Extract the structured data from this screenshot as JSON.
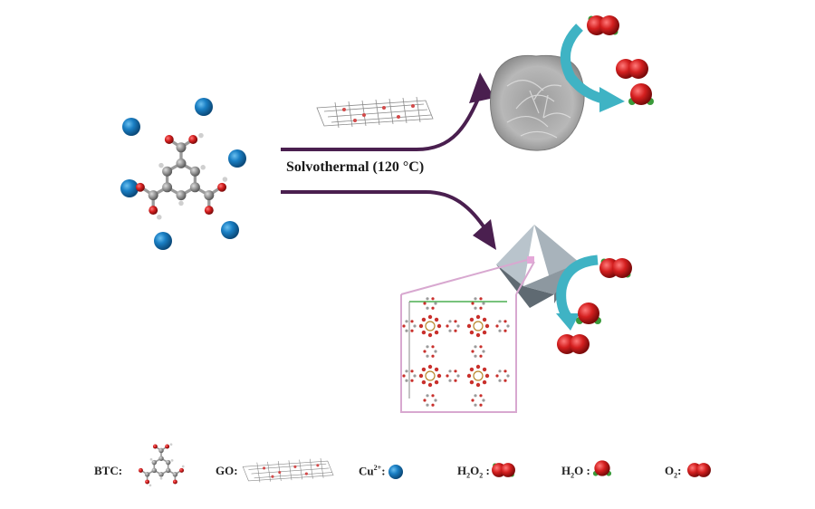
{
  "figure": {
    "reaction_condition": "Solvothermal  (120 °C)",
    "reactants": [
      "BTC",
      "Cu2+"
    ],
    "pathways": [
      {
        "name": "with GO",
        "product": "GO-composite flower-like particle",
        "catalysis": "H2O2 → H2O + O2"
      },
      {
        "name": "without GO",
        "product": "octahedral MOF crystal",
        "catalysis": "H2O2 → H2O + O2"
      }
    ]
  },
  "legend": {
    "btc": {
      "label": "BTC:"
    },
    "go": {
      "label": "GO:"
    },
    "cu": {
      "label": "Cu",
      "superscript": "2+",
      "suffix": ":"
    },
    "h2o2": {
      "label_main": "H",
      "sub1": "2",
      "mid": "O",
      "sub2": "2",
      "suffix": " :"
    },
    "h2o": {
      "label_main": "H",
      "sub1": "2",
      "mid": "O",
      "suffix": " :"
    },
    "o2": {
      "label_main": "O",
      "sub1": "2",
      "suffix": ":"
    }
  },
  "colors": {
    "cu_ion": "#1a7fc4",
    "oxygen": "#d41f1f",
    "hydrogen_green": "#3a9a3a",
    "arrow_main": "#4a1f4f",
    "arrow_catalysis": "#3fb3c4",
    "crystal": "#8a959e",
    "zoom_box": "#d8a8d0"
  }
}
